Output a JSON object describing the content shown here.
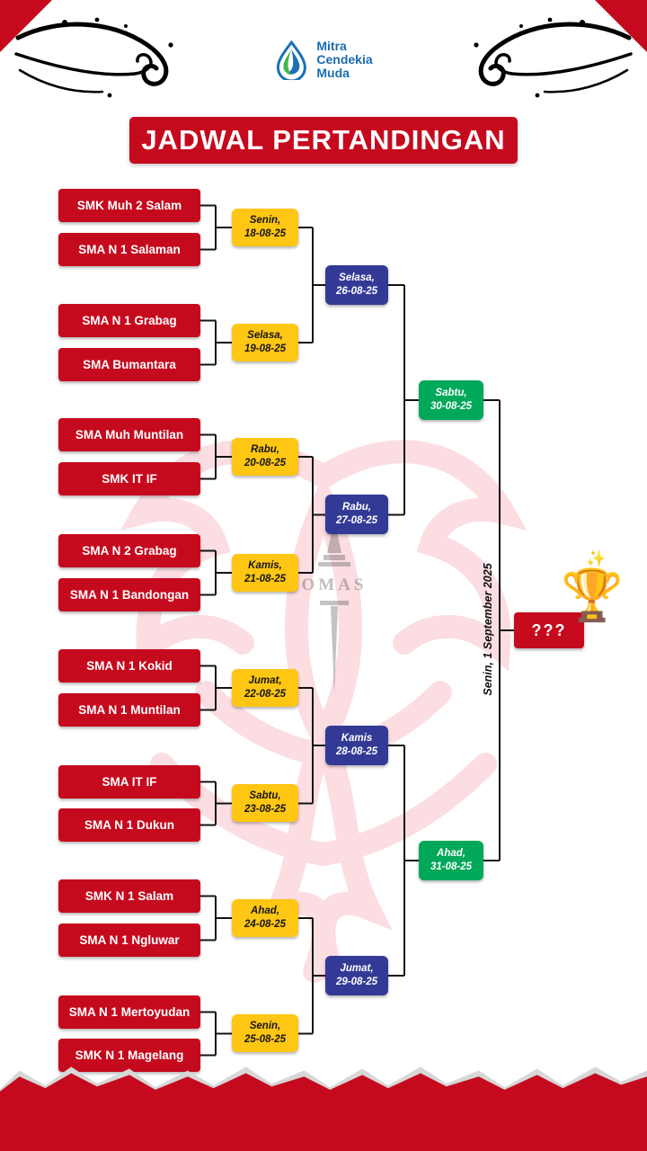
{
  "logo": {
    "line1": "Mitra",
    "line2": "Cendekia",
    "line3": "Muda"
  },
  "title": "JADWAL PERTANDINGAN",
  "colors": {
    "red": "#c60a1e",
    "yellow": "#ffc613",
    "blue": "#333a96",
    "green": "#00a859",
    "logo_blue": "#1a6cb0",
    "logo_green": "#43b649"
  },
  "icons": {
    "trophy": "🏆",
    "sparkle": "✨"
  },
  "watermark": {
    "crest_text": "OMAS"
  },
  "bracket": {
    "teams": [
      "SMK Muh 2 Salam",
      "SMA N 1 Salaman",
      "SMA N 1 Grabag",
      "SMA Bumantara",
      "SMA Muh Muntilan",
      "SMK IT IF",
      "SMA N 2 Grabag",
      "SMA N 1 Bandongan",
      "SMA N 1 Kokid",
      "SMA N 1 Muntilan",
      "SMA IT IF",
      "SMA N 1 Dukun",
      "SMK N 1 Salam",
      "SMA N 1 Ngluwar",
      "SMA N 1 Mertoyudan",
      "SMK N 1 Magelang"
    ],
    "round1": [
      {
        "day": "Senin,",
        "date": "18-08-25"
      },
      {
        "day": "Selasa,",
        "date": "19-08-25"
      },
      {
        "day": "Rabu,",
        "date": "20-08-25"
      },
      {
        "day": "Kamis,",
        "date": "21-08-25"
      },
      {
        "day": "Jumat,",
        "date": "22-08-25"
      },
      {
        "day": "Sabtu,",
        "date": "23-08-25"
      },
      {
        "day": "Ahad,",
        "date": "24-08-25"
      },
      {
        "day": "Senin,",
        "date": "25-08-25"
      }
    ],
    "round2": [
      {
        "day": "Selasa,",
        "date": "26-08-25"
      },
      {
        "day": "Rabu,",
        "date": "27-08-25"
      },
      {
        "day": "Kamis",
        "date": "28-08-25"
      },
      {
        "day": "Jumat,",
        "date": "29-08-25"
      }
    ],
    "semifinals": [
      {
        "day": "Sabtu,",
        "date": "30-08-25"
      },
      {
        "day": "Ahad,",
        "date": "31-08-25"
      }
    ],
    "final": {
      "vertical_label": "Senin, 1 September 2025",
      "champion_placeholder": "???"
    }
  }
}
